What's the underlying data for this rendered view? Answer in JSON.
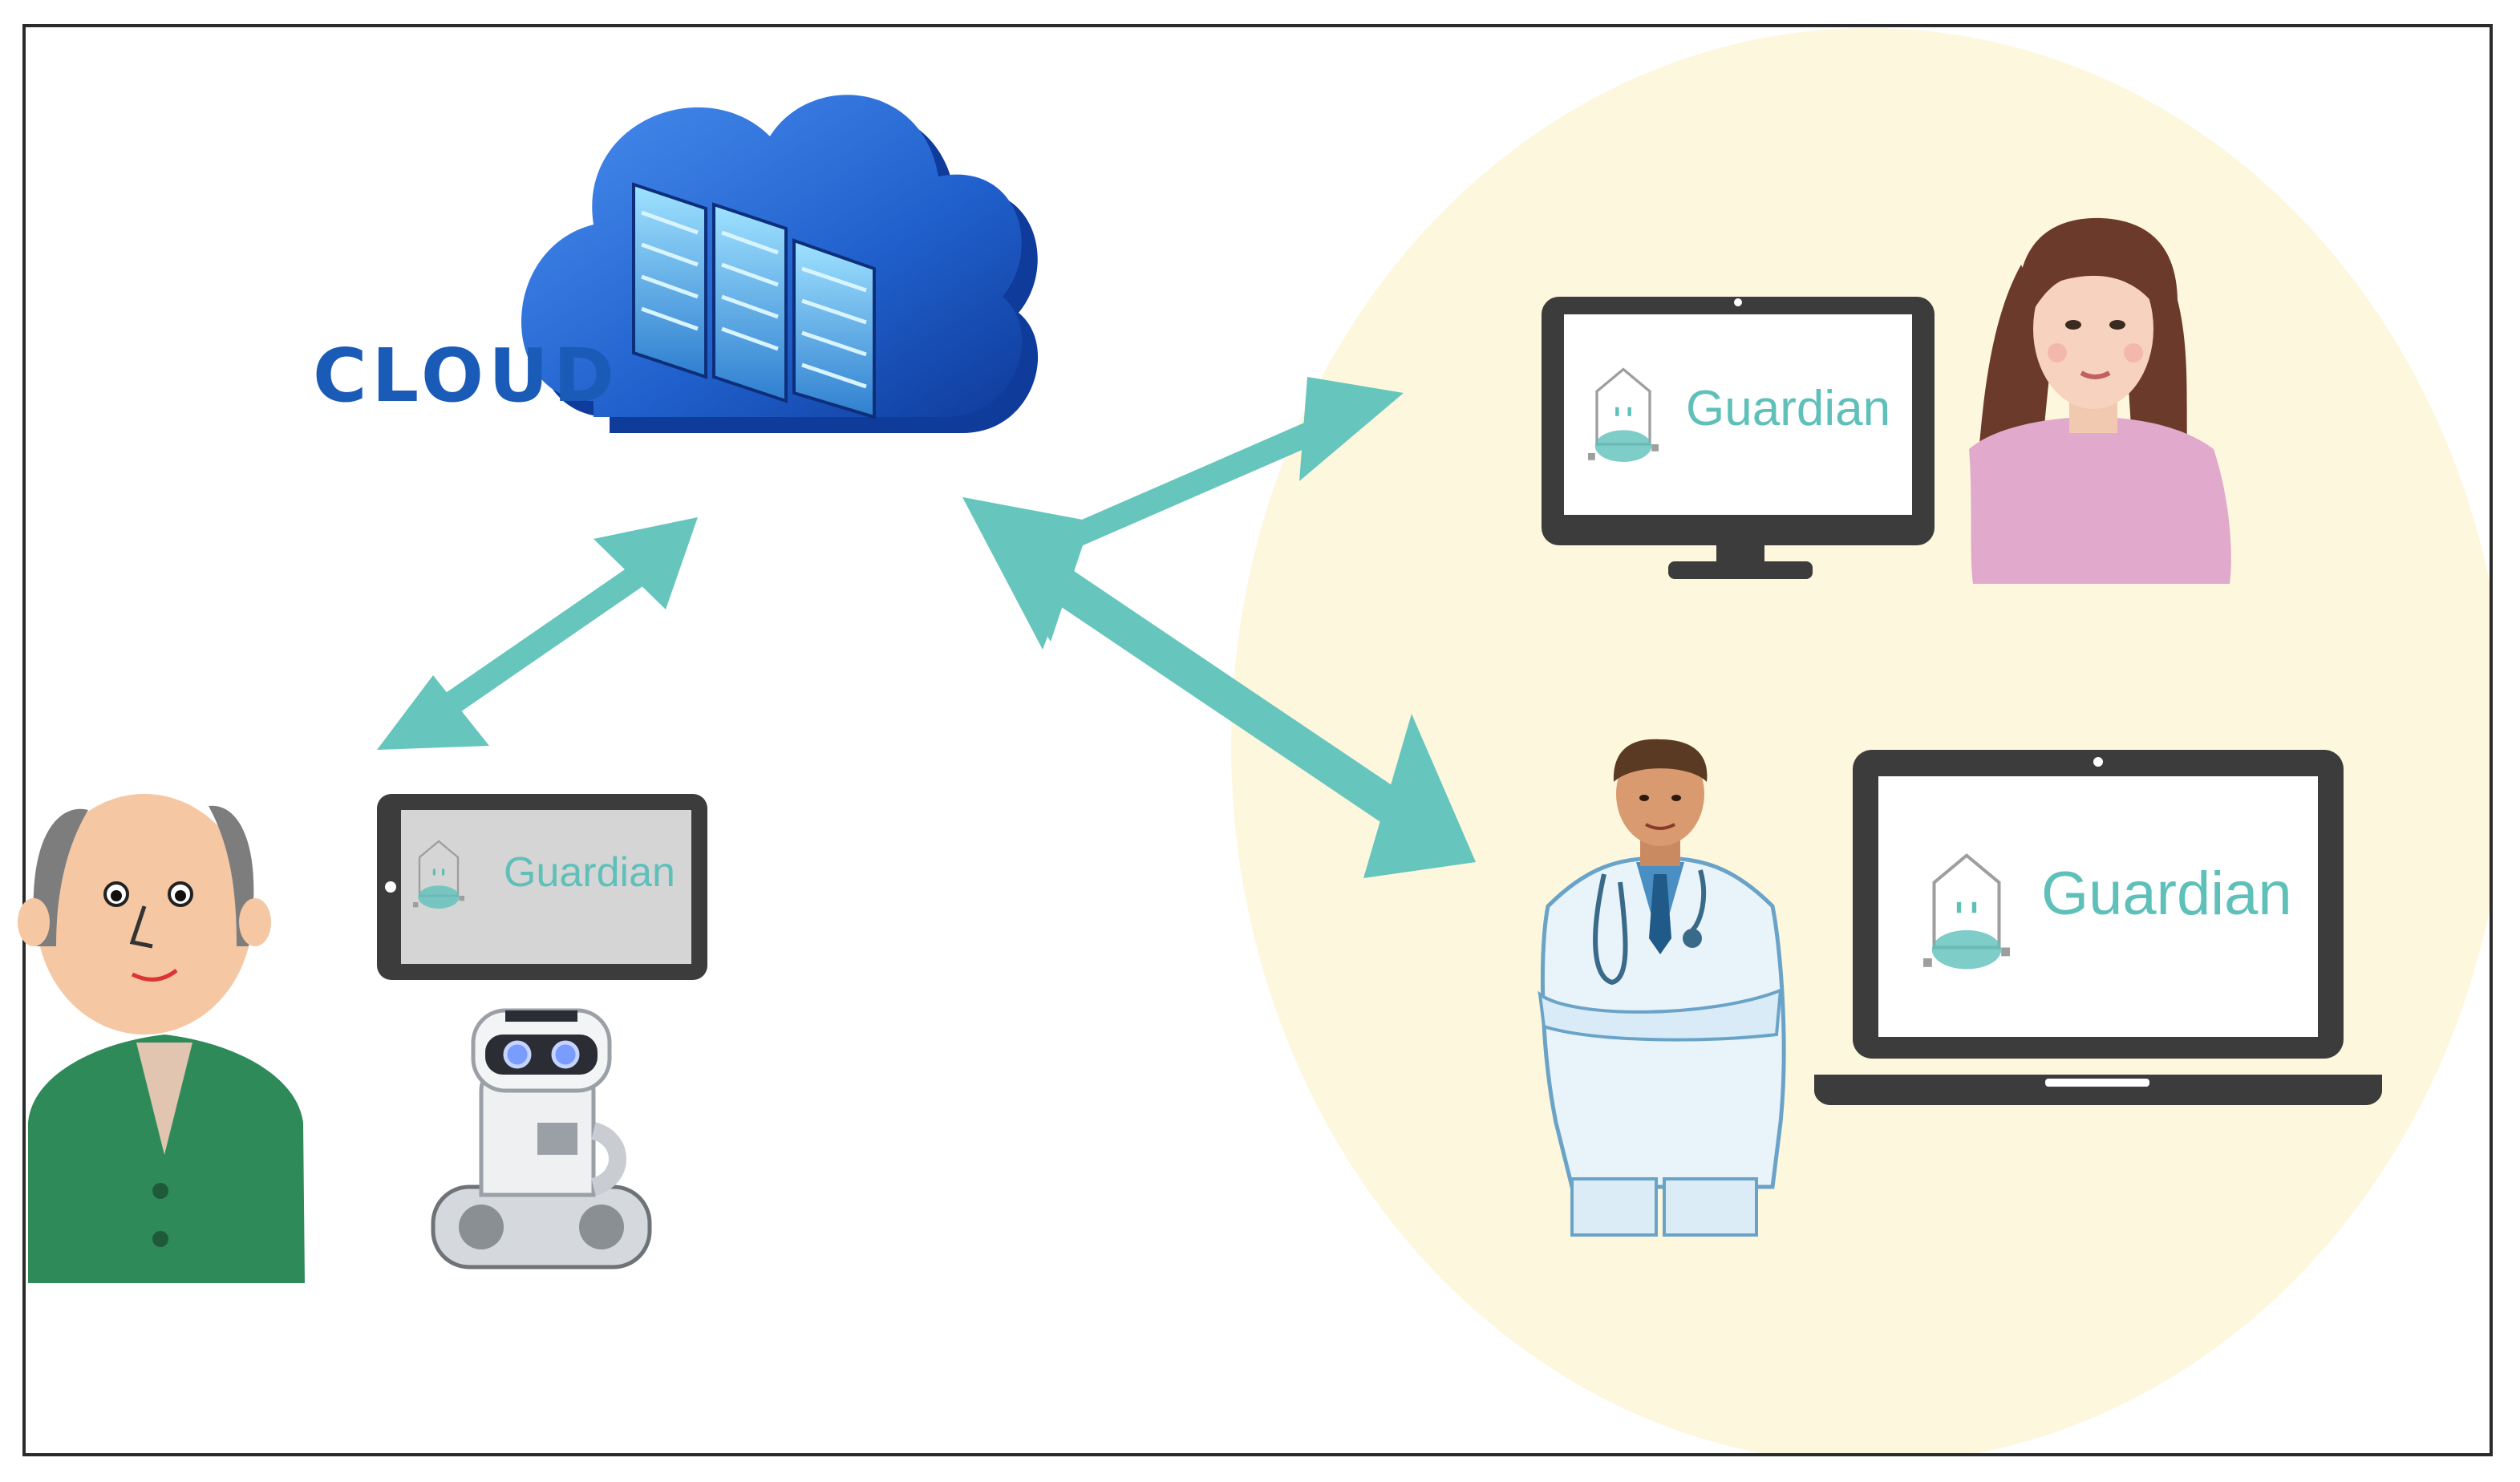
{
  "cloud": {
    "label": "CLOUD",
    "colors": {
      "light": "#3f7fe0",
      "dark": "#123e9e",
      "text": "#1b5bb8",
      "server_glow": "#7fd4ff"
    }
  },
  "devices": {
    "tablet": {
      "app_name": "Guardian",
      "icon": "guardian-logo-icon"
    },
    "monitor": {
      "app_name": "Guardian",
      "icon": "guardian-logo-icon"
    },
    "laptop": {
      "app_name": "Guardian",
      "icon": "guardian-logo-icon"
    }
  },
  "colors": {
    "arrow": "#66c6bd",
    "caregiver_zone": "#fdf7de",
    "brand_text": "#5fc0ba",
    "device_frame": "#3c3c3c",
    "frame_border": "#2b2b2b"
  },
  "figures": {
    "elderly_person": "elderly-man-figure",
    "robot": "companion-robot-figure",
    "family_member": "young-woman-figure",
    "doctor": "doctor-figure"
  }
}
